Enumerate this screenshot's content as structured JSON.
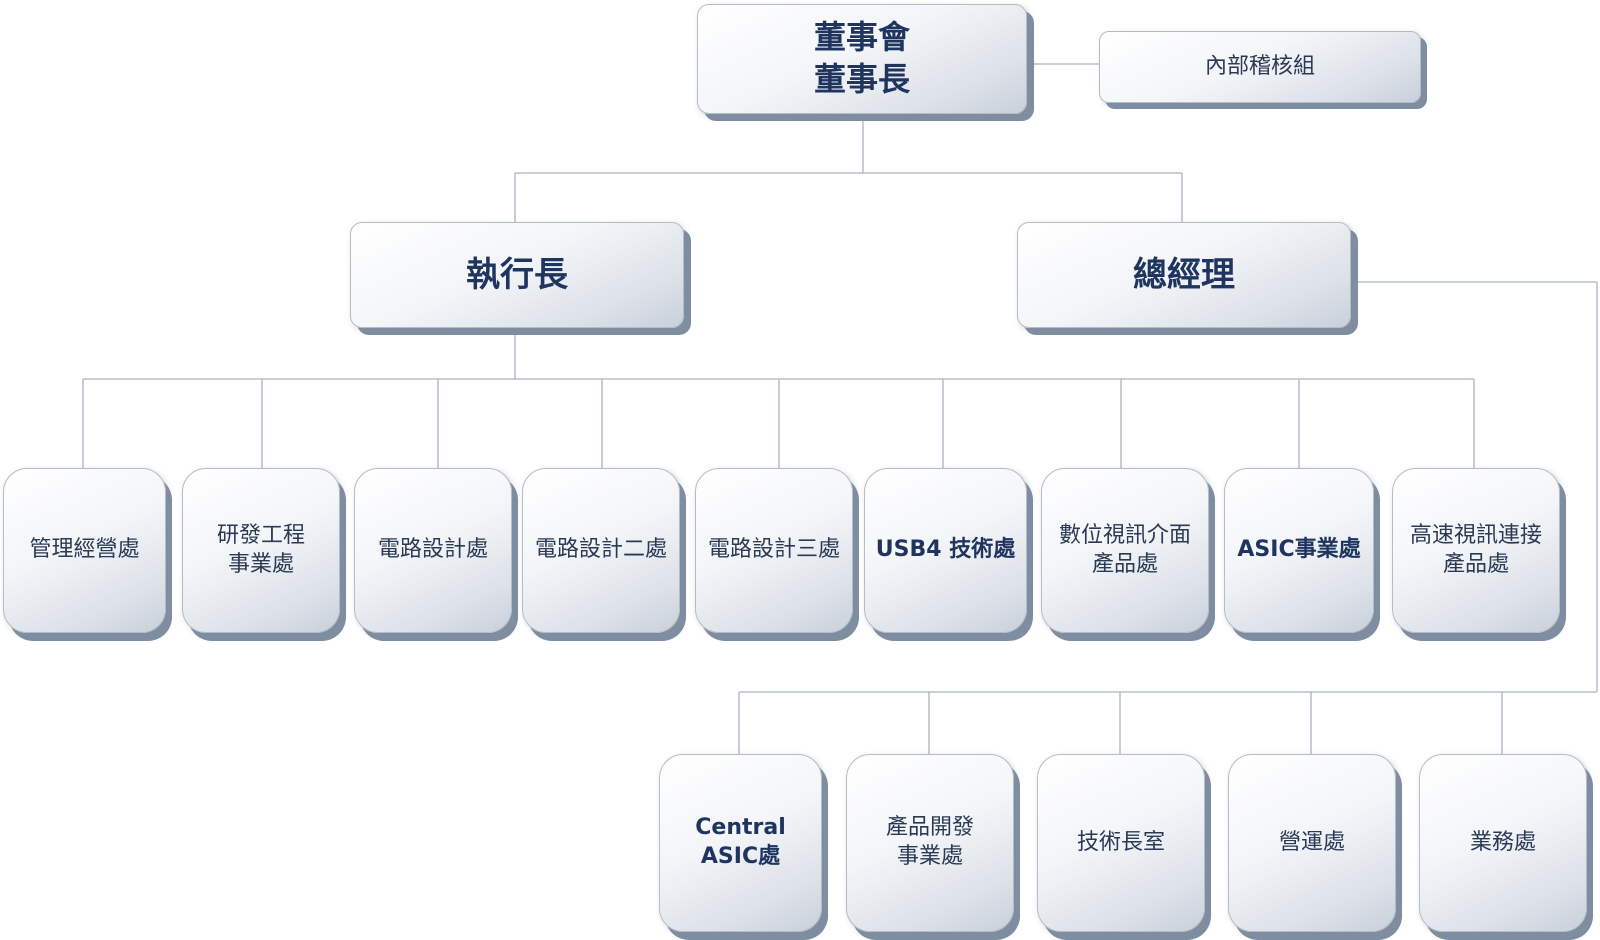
{
  "board": "董事會\n董事長",
  "audit": "內部稽核組",
  "ceo": "執行長",
  "gm": "總經理",
  "ceo_units": [
    "管理經營處",
    "研發工程\n事業處",
    "電路設計處",
    "電路設計二處",
    "電路設計三處",
    "USB4 技術處",
    "數位視訊介面\n產品處",
    "ASIC事業處",
    "高速視訊連接\n產品處"
  ],
  "gm_units": [
    "Central\nASIC處",
    "產品開發\n事業處",
    "技術長室",
    "營運處",
    "業務處"
  ],
  "colors": {
    "text": "#2a3a55",
    "connector": "#aab4c2",
    "shadow": "#7f8da0"
  }
}
